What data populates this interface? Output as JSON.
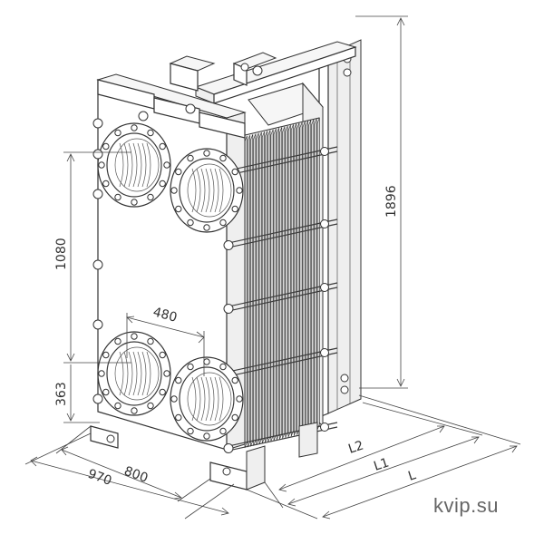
{
  "dimensions": {
    "overall_height": "1896",
    "nozzle_spacing_vertical": "1080",
    "nozzle_spacing_horizontal": "480",
    "nozzle_bottom_offset": "363",
    "base_width_inner": "800",
    "base_width_outer": "970",
    "length_l2": "L2",
    "length_l1": "L1",
    "length_l": "L"
  },
  "watermark": "kvip.su"
}
